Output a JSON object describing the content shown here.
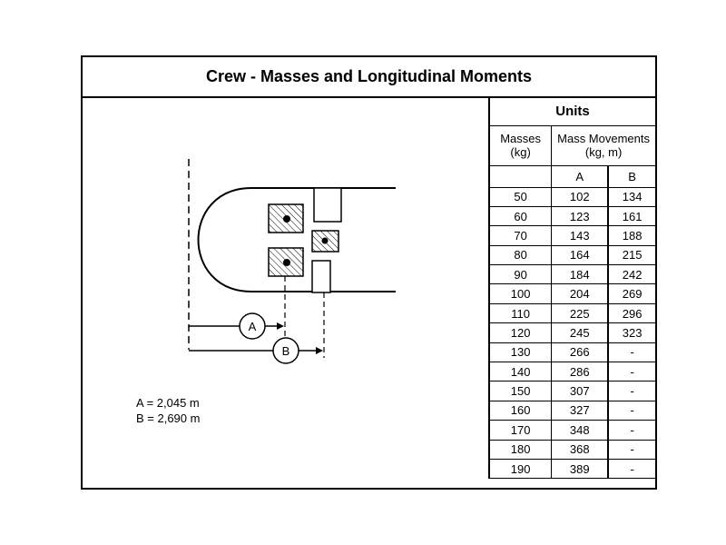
{
  "title": "Crew - Masses and Longitudinal Moments",
  "units_header": "Units",
  "col_masses": "Masses\n(kg)",
  "col_moments": "Mass Movements\n(kg, m)",
  "col_a": "A",
  "col_b": "B",
  "diagram": {
    "label_a": "A",
    "label_b": "B"
  },
  "legend": {
    "a": "A = 2,045 m",
    "b": "B = 2,690 m"
  },
  "rows": [
    {
      "mass": "50",
      "a": "102",
      "b": "134"
    },
    {
      "mass": "60",
      "a": "123",
      "b": "161"
    },
    {
      "mass": "70",
      "a": "143",
      "b": "188"
    },
    {
      "mass": "80",
      "a": "164",
      "b": "215"
    },
    {
      "mass": "90",
      "a": "184",
      "b": "242"
    },
    {
      "mass": "100",
      "a": "204",
      "b": "269"
    },
    {
      "mass": "110",
      "a": "225",
      "b": "296"
    },
    {
      "mass": "120",
      "a": "245",
      "b": "323"
    },
    {
      "mass": "130",
      "a": "266",
      "b": "-"
    },
    {
      "mass": "140",
      "a": "286",
      "b": "-"
    },
    {
      "mass": "150",
      "a": "307",
      "b": "-"
    },
    {
      "mass": "160",
      "a": "327",
      "b": "-"
    },
    {
      "mass": "170",
      "a": "348",
      "b": "-"
    },
    {
      "mass": "180",
      "a": "368",
      "b": "-"
    },
    {
      "mass": "190",
      "a": "389",
      "b": "-"
    }
  ]
}
